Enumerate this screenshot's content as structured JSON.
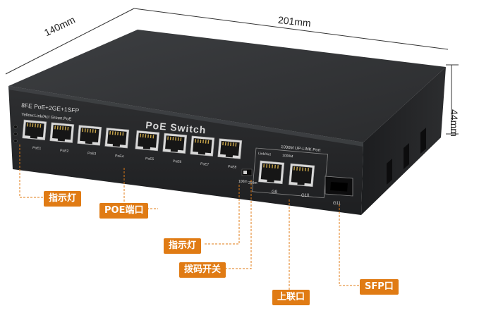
{
  "dimensions": {
    "depth": "140mm",
    "width": "201mm",
    "height": "44mm"
  },
  "device": {
    "model_line": "8FE PoE+2GE+1SFP",
    "led_legend": "Yellow:Link/Act   Green:PoE",
    "brand_title": "PoE Switch",
    "poe_port_labels": [
      "PoE1",
      "PoE2",
      "PoE3",
      "PoE4",
      "PoE5",
      "PoE6",
      "PoE7",
      "PoE8"
    ],
    "dip_labels": [
      "100m",
      "250m"
    ],
    "uplink_header": "1000M UP-LINK Port",
    "uplink_link_act": "Link/Act",
    "uplink_speed": "1000M",
    "uplink_port_labels": [
      "G9",
      "G10"
    ],
    "sfp_port_label": "G11"
  },
  "callouts": {
    "indicator_left": "指示灯",
    "poe_ports": "POE端口",
    "indicator_center": "指示灯",
    "dip_switch": "拨码开关",
    "uplink": "上联口",
    "sfp": "SFP口"
  },
  "colors": {
    "callout": "#e07b14",
    "leader": "#e07b14",
    "chassis": "#2b2c2e"
  }
}
